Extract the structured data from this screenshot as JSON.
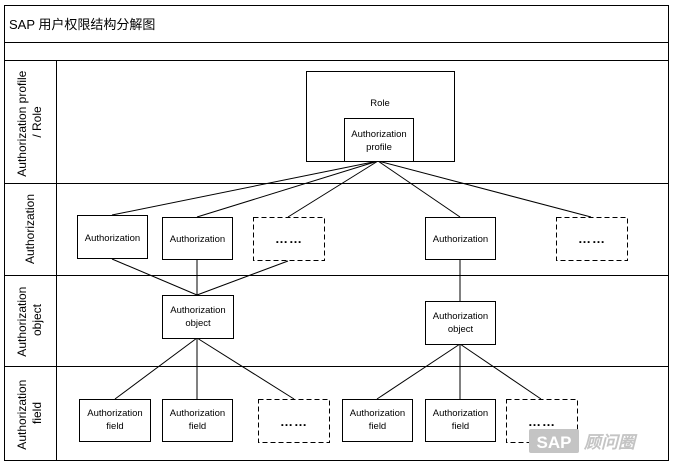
{
  "title": "SAP 用户权限结构分解图",
  "lanes": [
    {
      "label_lines": [
        "Authorization profile",
        "/ Role"
      ]
    },
    {
      "label_lines": [
        "Authorization"
      ]
    },
    {
      "label_lines": [
        "Authorization",
        "object"
      ]
    },
    {
      "label_lines": [
        "Authorization",
        "field"
      ]
    }
  ],
  "nodes": {
    "role": {
      "label": "Role"
    },
    "profile": {
      "lines": [
        "Authorization",
        "profile"
      ]
    },
    "auth1": {
      "label": "Authorization"
    },
    "auth2": {
      "label": "Authorization"
    },
    "auth_more1": {
      "label": "……"
    },
    "auth3": {
      "label": "Authorization"
    },
    "auth_more2": {
      "label": "……"
    },
    "object1": {
      "lines": [
        "Authorization",
        "object"
      ]
    },
    "object2": {
      "lines": [
        "Authorization",
        "object"
      ]
    },
    "field1": {
      "lines": [
        "Authorization",
        "field"
      ]
    },
    "field2": {
      "lines": [
        "Authorization",
        "field"
      ]
    },
    "field_more1": {
      "label": "……"
    },
    "field3": {
      "lines": [
        "Authorization",
        "field"
      ]
    },
    "field4": {
      "lines": [
        "Authorization",
        "field"
      ]
    },
    "field_more2": {
      "label": "……"
    }
  },
  "watermark": {
    "brand": "SAP",
    "suffix": "顾问圈"
  }
}
